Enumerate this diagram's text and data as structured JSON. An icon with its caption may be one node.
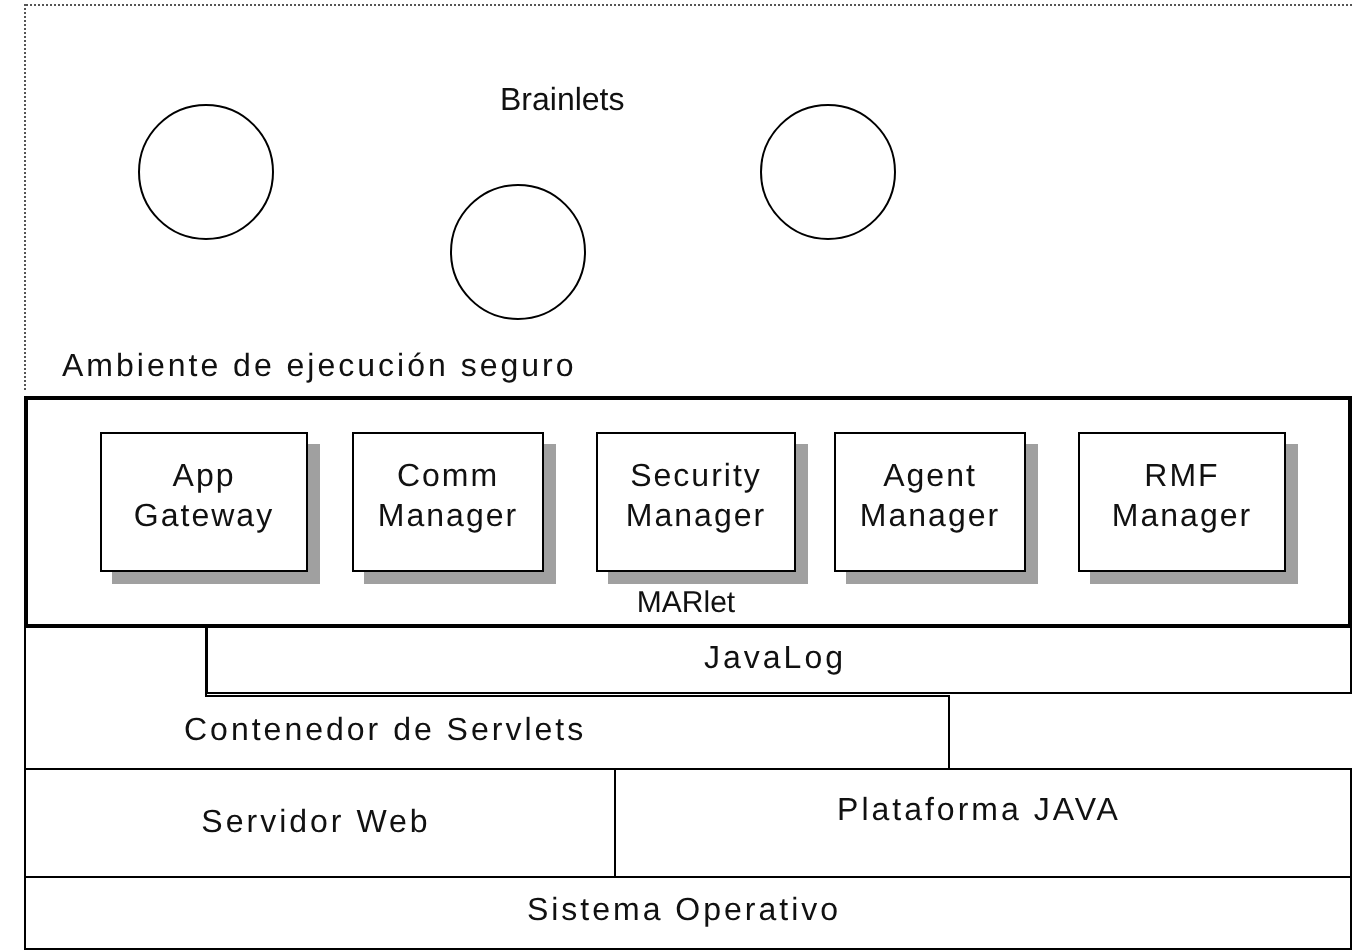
{
  "diagram": {
    "nodes": [
      {
        "text": [
          "Ambiente de ejecución seguro"
        ]
      },
      {
        "text": [],
        "shape": "circle",
        "in": 0
      },
      {
        "text": [],
        "shape": "circle",
        "in": 0
      },
      {
        "text": [],
        "shape": "circle",
        "in": 0
      },
      {
        "text": [
          "MARlet"
        ]
      },
      {
        "text": [
          "App Gateway"
        ],
        "in": 4
      },
      {
        "text": [
          "Comm Manager"
        ],
        "in": 4
      },
      {
        "text": [
          "Security Manager"
        ],
        "in": 4
      },
      {
        "text": [
          "Agent Manager"
        ],
        "in": 4
      },
      {
        "text": [
          "RMF Manager"
        ],
        "in": 4
      },
      {
        "text": [
          "JavaLog"
        ]
      },
      {
        "text": [
          "Contenedor de Servlets"
        ]
      },
      {
        "text": [
          "Servidor Web"
        ]
      },
      {
        "text": [
          "Plataforma JAVA"
        ]
      },
      {
        "text": [
          "Sistema Operativo"
        ]
      }
    ],
    "labels": [
      "Brainlets"
    ]
  }
}
